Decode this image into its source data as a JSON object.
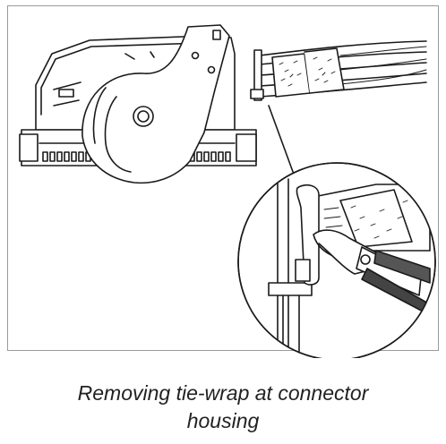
{
  "figure": {
    "caption_line1": "Removing tie-wrap at connector",
    "caption_line2": "housing"
  },
  "colors": {
    "line": "#1a1a1a",
    "border": "#9a9a9a",
    "background": "#ffffff"
  },
  "icons": [
    "connector-housing",
    "cable-bundle",
    "tie-wrap",
    "wire-cutter-pliers",
    "magnifier-detail-circle"
  ]
}
